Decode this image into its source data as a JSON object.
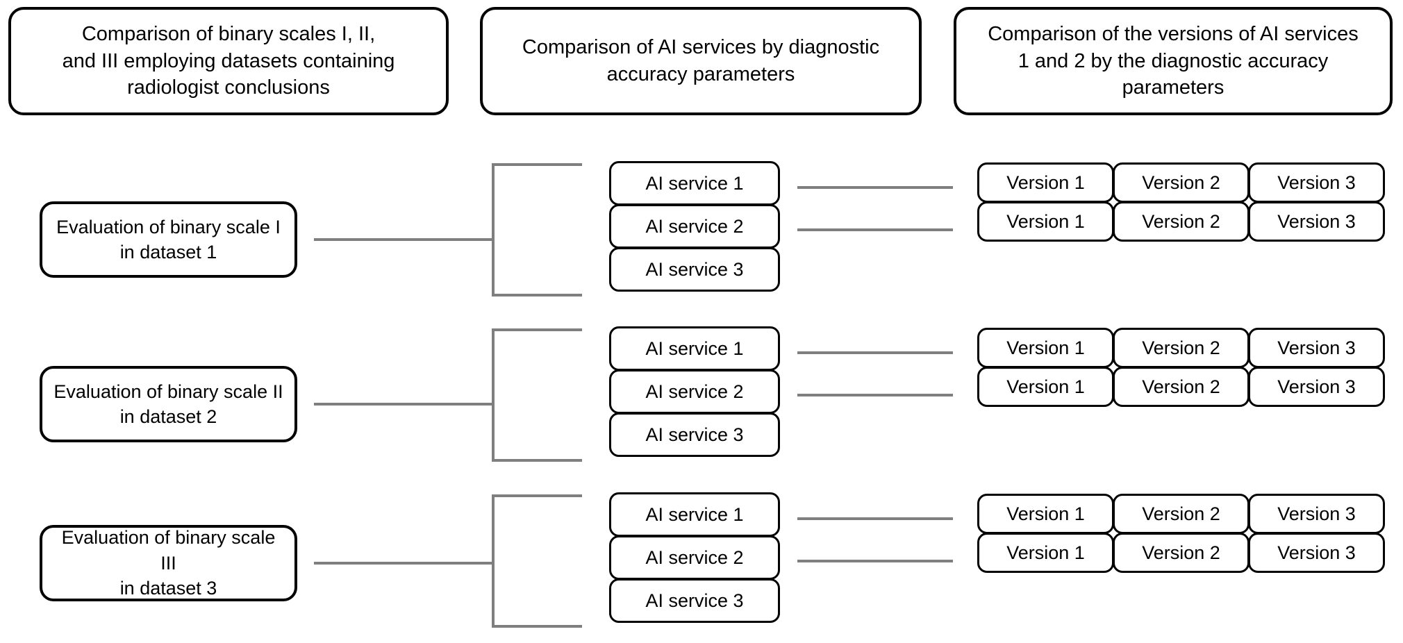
{
  "headers": [
    {
      "text": "Comparison of binary scales I, II,\nand III employing datasets containing\nradiologist conclusions"
    },
    {
      "text": "Comparison of AI services by diagnostic\naccuracy parameters"
    },
    {
      "text": "Comparison of the versions of AI services\n1 and 2 by the diagnostic accuracy\nparameters"
    }
  ],
  "rows": [
    {
      "evaluation": "Evaluation of binary scale I\nin dataset 1",
      "ai_services": [
        "AI service 1",
        "AI service 2",
        "AI service 3"
      ],
      "version_rows": [
        [
          "Version 1",
          "Version 2",
          "Version 3"
        ],
        [
          "Version 1",
          "Version 2",
          "Version 3"
        ]
      ]
    },
    {
      "evaluation": "Evaluation of binary scale II\nin dataset 2",
      "ai_services": [
        "AI service 1",
        "AI service 2",
        "AI service 3"
      ],
      "version_rows": [
        [
          "Version 1",
          "Version 2",
          "Version 3"
        ],
        [
          "Version 1",
          "Version 2",
          "Version 3"
        ]
      ]
    },
    {
      "evaluation": "Evaluation of binary scale III\nin dataset 3",
      "ai_services": [
        "AI service 1",
        "AI service 2",
        "AI service 3"
      ],
      "version_rows": [
        [
          "Version 1",
          "Version 2",
          "Version 3"
        ],
        [
          "Version 1",
          "Version 2",
          "Version 3"
        ]
      ]
    }
  ],
  "colors": {
    "node_border": "#000000",
    "connector": "#7f7f7f",
    "background": "#ffffff",
    "text": "#000000"
  }
}
